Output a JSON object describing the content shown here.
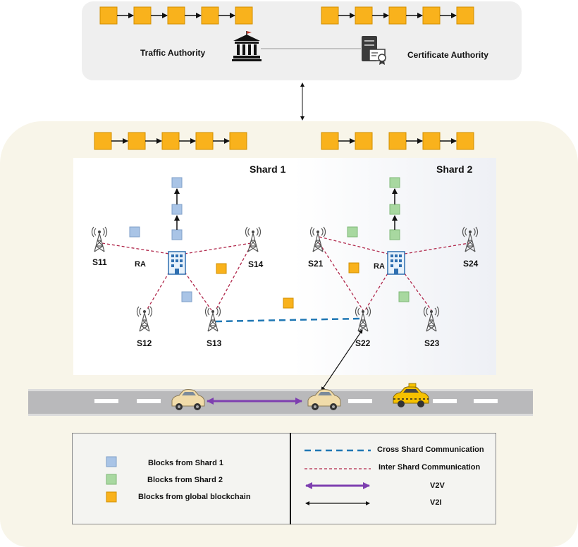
{
  "authorities": {
    "traffic_label": "Traffic Authority",
    "certificate_label": "Certificate Authority"
  },
  "shards": {
    "shard1_title": "Shard 1",
    "shard2_title": "Shard 2",
    "ra1": "RA",
    "ra2": "RA"
  },
  "stations": {
    "s11": "S11",
    "s12": "S12",
    "s13": "S13",
    "s14": "S14",
    "s21": "S21",
    "s22": "S22",
    "s23": "S23",
    "s24": "S24"
  },
  "legend": {
    "shard1_blocks": "Blocks from Shard 1",
    "shard2_blocks": "Blocks from Shard 2",
    "global_blocks": "Blocks from global blockchain",
    "cross_shard": "Cross Shard Communication",
    "inter_shard": "Inter Shard Communication",
    "v2v": "V2V",
    "v2i": "V2I"
  },
  "colors": {
    "global_block": "#f9b21c",
    "shard1_block": "#a9c4e6",
    "shard2_block": "#a8d8a0",
    "cross_shard_line": "#1f77b4",
    "inter_shard_line": "#b0264a",
    "v2v_line": "#7e3fb0",
    "top_panel": "#efefef",
    "network_panel": "#f8f5e9"
  }
}
